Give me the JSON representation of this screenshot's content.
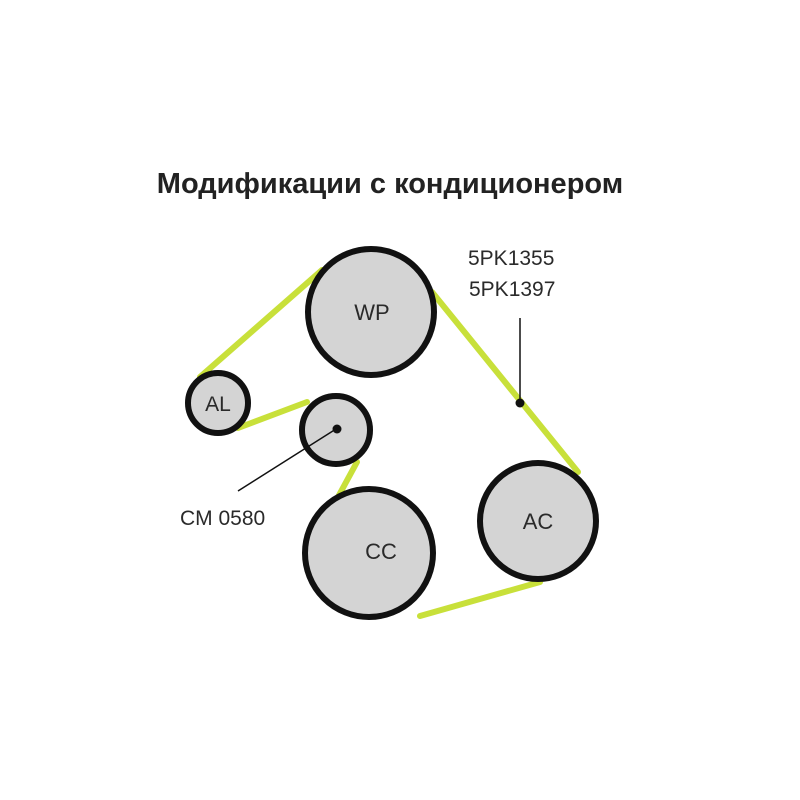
{
  "title": "Модификации с кондиционером",
  "pulleys": {
    "wp": "WP",
    "al": "AL",
    "cc": "CC",
    "ac": "AC"
  },
  "belt_labels": [
    "5PK1355",
    "5PK1397"
  ],
  "tensioner_label": "CM 0580",
  "colors": {
    "belt": "#c8e03a",
    "pulley_fill": "#d4d4d4",
    "outline": "#111111"
  }
}
